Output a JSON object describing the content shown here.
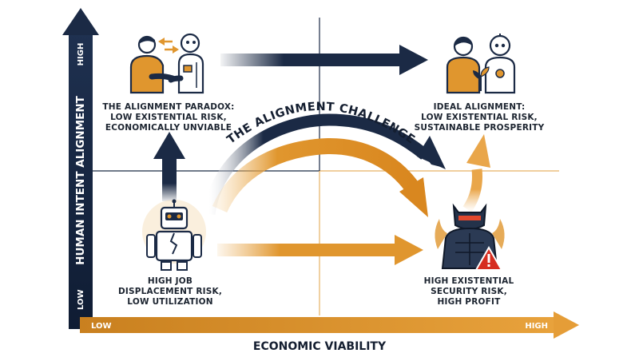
{
  "axes": {
    "x_title": "ECONOMIC VIABILITY",
    "x_low": "LOW",
    "x_high": "HIGH",
    "y_title": "HUMAN INTENT ALIGNMENT",
    "y_low": "LOW",
    "y_high": "HIGH"
  },
  "arc_title": "THE ALIGNMENT CHALLENGE",
  "quadrants": {
    "top_left": {
      "line1": "THE ALIGNMENT PARADOX:",
      "line2": "LOW EXISTENTIAL RISK,",
      "line3": "ECONOMICALLY UNVIABLE"
    },
    "top_right": {
      "line1": "IDEAL ALIGNMENT:",
      "line2": "LOW EXISTENTIAL RISK,",
      "line3": "SUSTAINABLE PROSPERITY"
    },
    "bottom_left": {
      "line1": "HIGH JOB",
      "line2": "DISPLACEMENT RISK,",
      "line3": "LOW UTILIZATION"
    },
    "bottom_right": {
      "line1": "HIGH EXISTENTIAL",
      "line2": "SECURITY RISK,",
      "line3": "HIGH PROFIT"
    }
  },
  "colors": {
    "navy": "#1b2a45",
    "orange": "#e0962e",
    "grid_navy": "#1b2a45",
    "grid_orange": "#e7b264",
    "warning_red": "#d62d20"
  }
}
